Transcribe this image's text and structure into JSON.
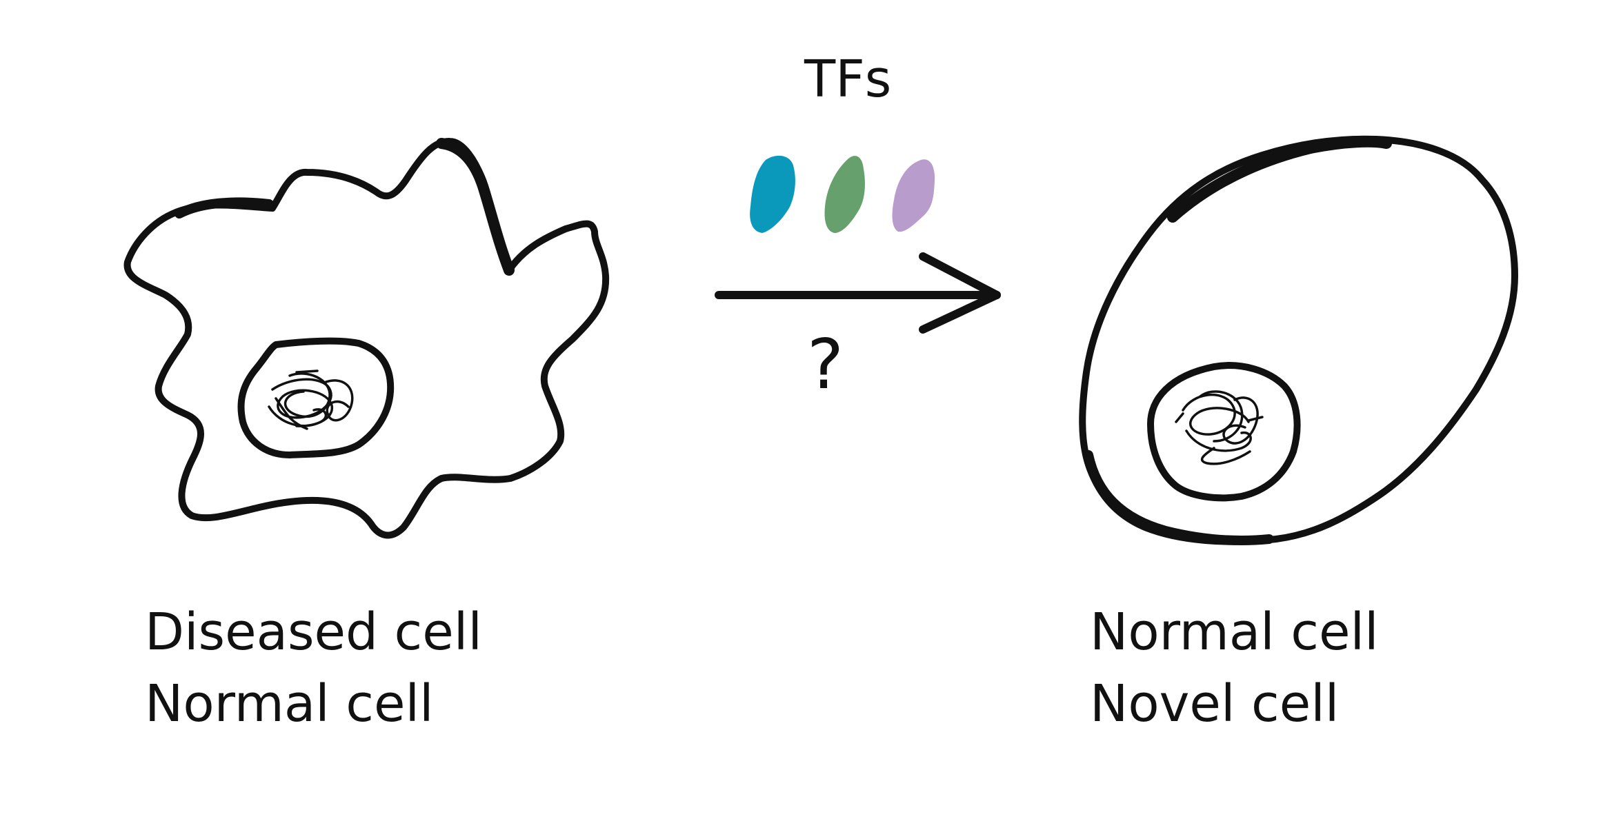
{
  "header": {
    "tfs_label": "TFs",
    "question_mark": "?"
  },
  "left_cell": {
    "caption_line1": "Diseased cell",
    "caption_line2": "Normal cell"
  },
  "right_cell": {
    "caption_line1": "Normal cell",
    "caption_line2": "Novel cell"
  },
  "colors": {
    "outline": "#111111",
    "tf_blue": "#0a98bb",
    "tf_green": "#66a06c",
    "tf_purple": "#b89ccb"
  }
}
